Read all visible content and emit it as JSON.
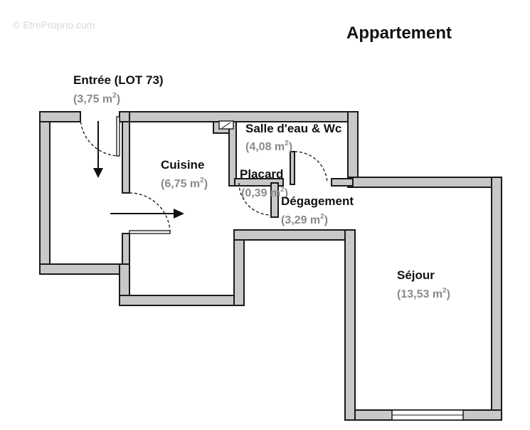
{
  "title": "Appartement",
  "watermark": "© EtreProprio.com",
  "rooms": [
    {
      "name": "Entrée (LOT 73)",
      "area_value": "(3,75 m",
      "area_close": ")"
    },
    {
      "name": "Cuisine",
      "area_value": "(6,75 m",
      "area_close": ")"
    },
    {
      "name": "Salle d'eau & Wc",
      "area_value": "(4,08 m",
      "area_close": ")"
    },
    {
      "name": "Placard",
      "area_value": "(0,39 m",
      "area_close": ")"
    },
    {
      "name": "Dégagement",
      "area_value": "(3,29 m",
      "area_close": ")"
    },
    {
      "name": "Séjour",
      "area_value": "(13,53 m",
      "area_close": ")"
    }
  ],
  "area_superscript": "2",
  "colors": {
    "wall": "#c8c8c8",
    "wall_outline": "#1a1a1a",
    "area_text": "#8a8a8a"
  }
}
